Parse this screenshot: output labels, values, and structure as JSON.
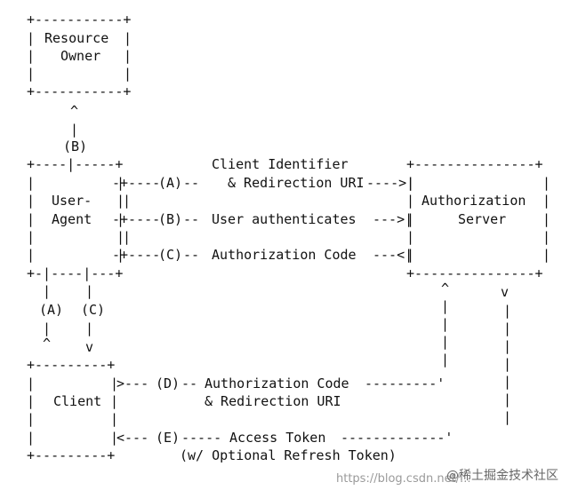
{
  "diagram": {
    "resource_owner": {
      "line1": "Resource",
      "line2": "Owner"
    },
    "user_agent": {
      "line1": "User-",
      "line2": "Agent"
    },
    "authorization_server": {
      "line1": "Authorization",
      "line2": "Server"
    },
    "client": {
      "line1": "Client"
    },
    "steps": {
      "b_top": "(B)",
      "a_left": "(A)",
      "c_left": "(C)",
      "a_flow": "(A)",
      "b_flow": "(B)",
      "c_flow": "(C)",
      "d_flow": "(D)",
      "e_flow": "(E)"
    },
    "messages": {
      "client_identifier": "Client Identifier",
      "redirection_uri_1": "& Redirection URI",
      "user_authenticates": "User authenticates",
      "authorization_code_1": "Authorization Code",
      "authorization_code_2": "Authorization Code",
      "redirection_uri_2": "& Redirection URI",
      "access_token": "Access Token",
      "refresh_token": "(w/ Optional Refresh Token)"
    }
  },
  "watermark": {
    "url": "https://blog.csdn.net/...",
    "brand": "@稀土掘金技术社区"
  }
}
